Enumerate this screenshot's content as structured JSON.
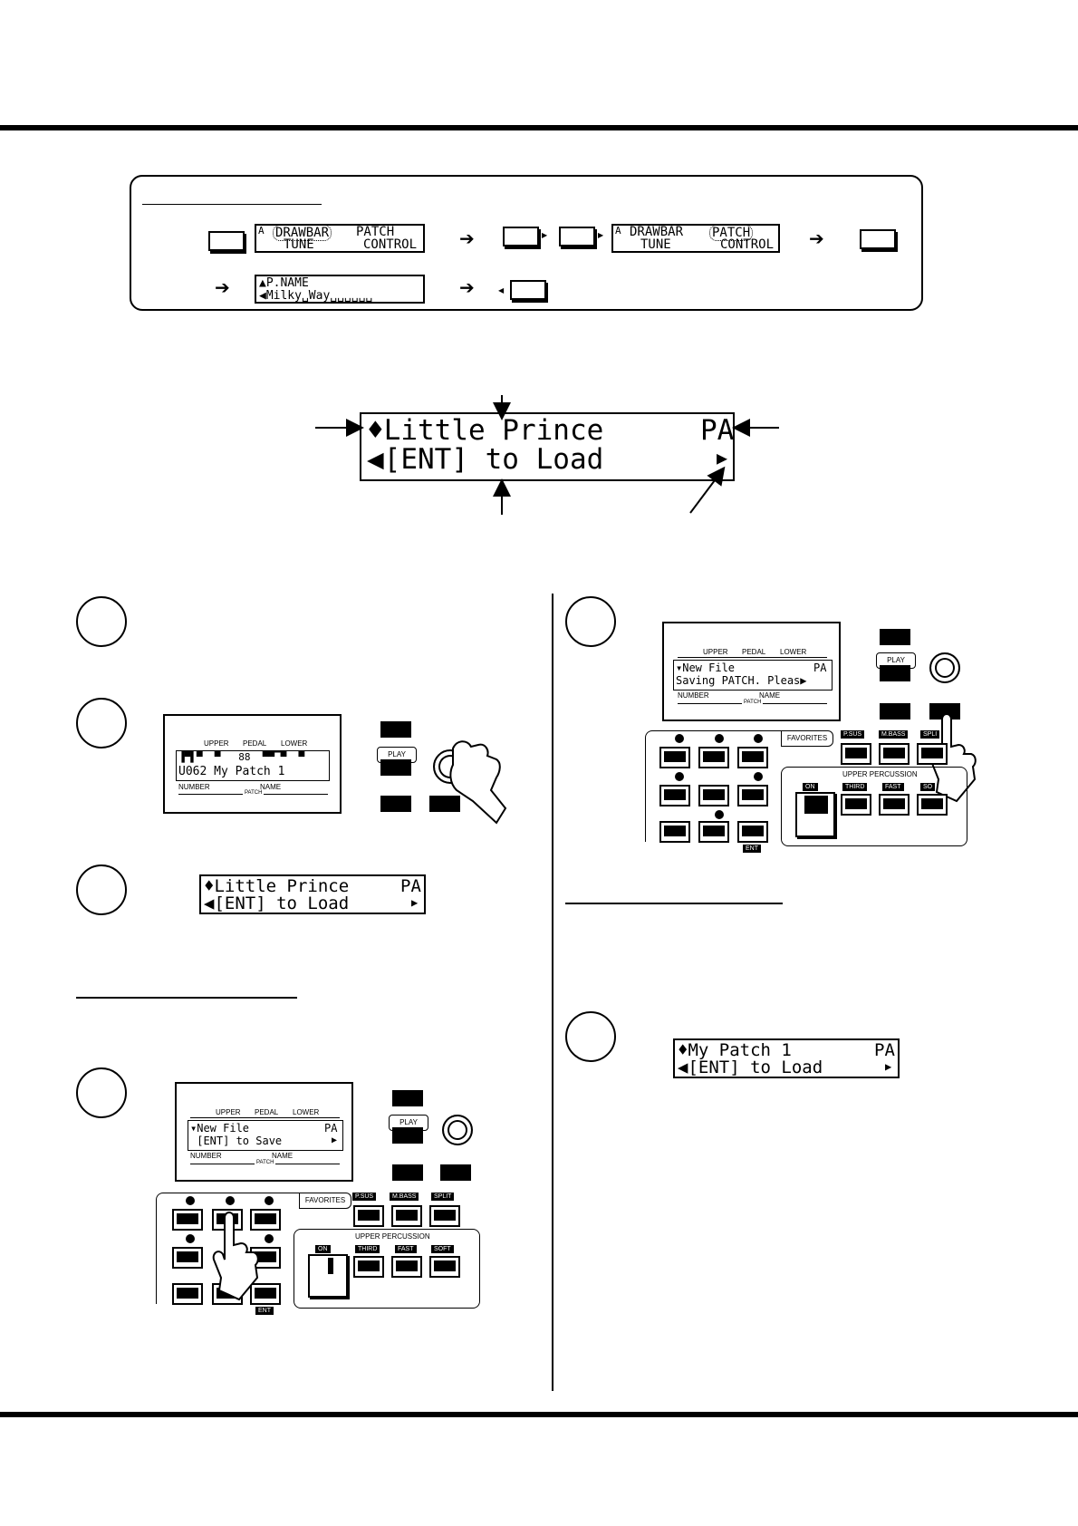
{
  "top_flow": {
    "lcd1": {
      "mark": "A",
      "left_top": "DRAWBAR",
      "left_bottom": "TUNE",
      "right_top": "PATCH",
      "right_bottom": "CONTROL"
    },
    "lcd2": {
      "mark": "A",
      "left_top": "DRAWBAR",
      "left_bottom": "TUNE",
      "right_top": "PATCH",
      "right_bottom": "CONTROL"
    },
    "lcd3": {
      "line1": "▲P.NAME",
      "line2": "◀Milky␣Way␣␣␣␣␣␣"
    }
  },
  "main_lcd": {
    "line1": "♦Little Prince",
    "right1": "PA",
    "line2": "◀[ENT] to Load",
    "right2": "▶"
  },
  "step2_panel": {
    "labels": {
      "upper": "UPPER",
      "pedal": "PEDAL",
      "lower": "LOWER",
      "number": "NUMBER",
      "name": "NAME",
      "patch": "PATCH"
    },
    "lcd_line1": "▐▀▌▀  ▀   88  ▀▀▔▀  ▀",
    "lcd_line2": "U062 My Patch 1",
    "play": "PLAY"
  },
  "step3_lcd": {
    "line1": "♦Little Prince",
    "right1": "PA",
    "line2": "◀[ENT] to Load",
    "right2": "▶"
  },
  "step4_panel": {
    "lcd_line1": "▾New File",
    "lcd_right1": "PA",
    "lcd_line2": " [ENT] to Save",
    "lcd_right2": "▶",
    "labels": {
      "upper": "UPPER",
      "pedal": "PEDAL",
      "lower": "LOWER",
      "number": "NUMBER",
      "name": "NAME",
      "patch": "PATCH",
      "play": "PLAY",
      "favorites": "FAVORITES",
      "psus": "P.SUS",
      "mbass": "M.BASS",
      "split": "SPLIT",
      "upper_perc": "UPPER PERCUSSION",
      "on": "ON",
      "third": "THIRD",
      "fast": "FAST",
      "soft": "SOFT",
      "ent": "ENT"
    }
  },
  "step5_panel": {
    "lcd_line1": "▾New File",
    "lcd_right1": "PA",
    "lcd_line2": "Saving PATCH. Pleas▶",
    "labels": {
      "upper": "UPPER",
      "pedal": "PEDAL",
      "lower": "LOWER",
      "number": "NUMBER",
      "name": "NAME",
      "patch": "PATCH",
      "play": "PLAY",
      "favorites": "FAVORITES",
      "psus": "P.SUS",
      "mbass": "M.BASS",
      "split": "SPLI",
      "upper_perc": "UPPER PERCUSSION",
      "on": "ON",
      "third": "THIRD",
      "fast": "FAST",
      "soft": "SO",
      "ent": "ENT"
    }
  },
  "step6_lcd": {
    "line1": "♦My Patch 1",
    "right1": "PA",
    "line2": "◀[ENT] to Load",
    "right2": "▶"
  }
}
